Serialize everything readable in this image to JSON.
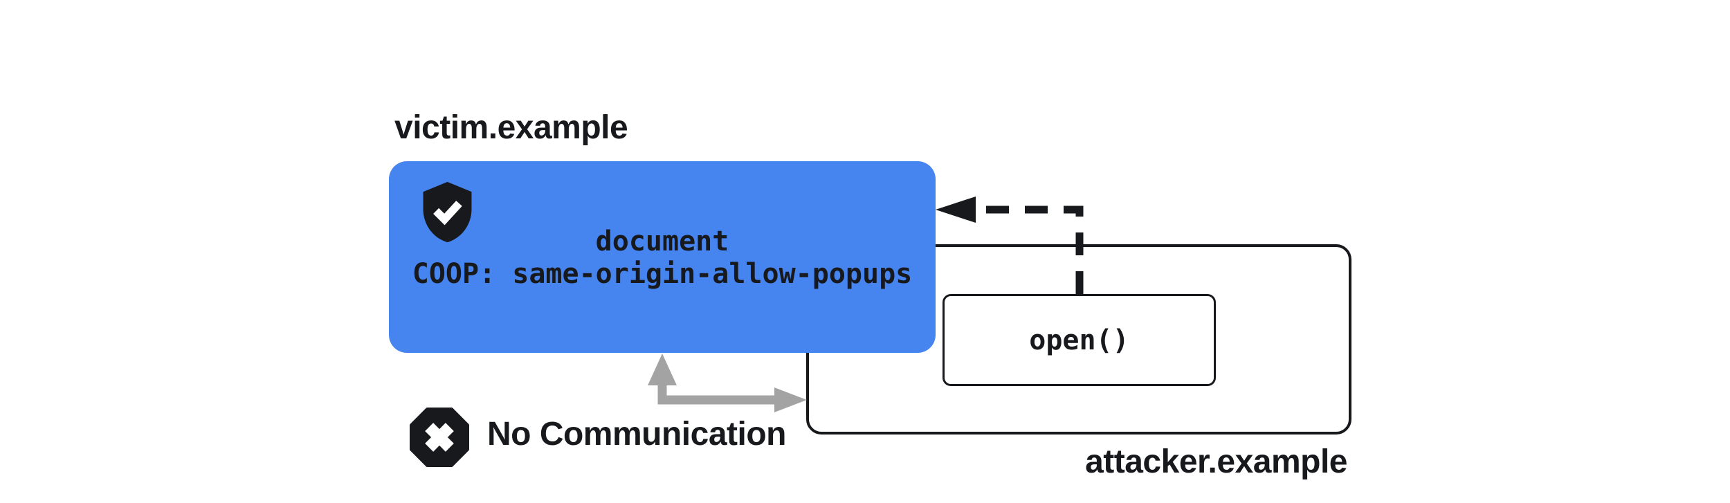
{
  "diagram": {
    "victim": {
      "label": "victim.example",
      "document_label": "document",
      "coop_header": "COOP: same-origin-allow-popups",
      "icon": "shield-check-icon"
    },
    "attacker": {
      "label": "attacker.example",
      "open_call": "open()"
    },
    "status": {
      "label": "No Communication",
      "icon": "x-octagon-icon"
    },
    "arrows": {
      "opener_arrow": "dashed-black-arrow-from-open-to-victim",
      "blocked_arrow": "gray-elbow-arrow-between-victim-and-attacker"
    },
    "colors": {
      "victim_box": "#4684f0",
      "outline": "#17191c",
      "arrow_gray": "#a3a3a3",
      "background": "#ffffff",
      "icon_fill": "#17191c",
      "icon_mark": "#ffffff"
    }
  }
}
